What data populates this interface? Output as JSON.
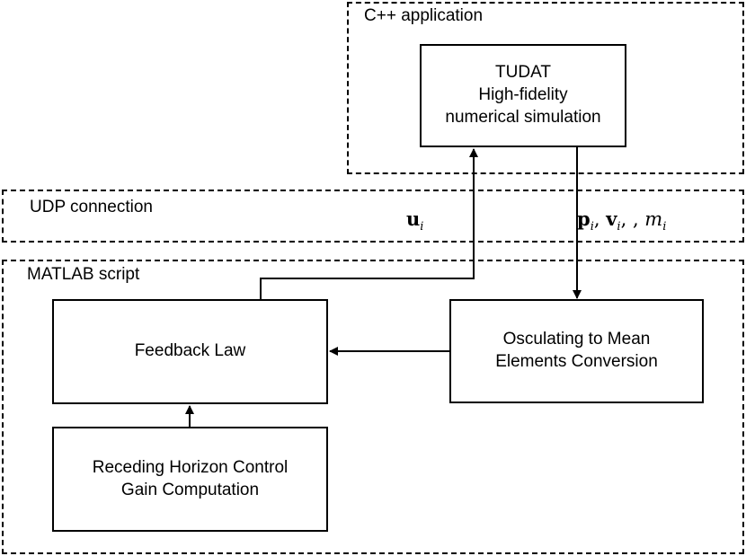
{
  "groups": {
    "cpp": {
      "label": "C++ application"
    },
    "udp": {
      "label": "UDP connection"
    },
    "matlab": {
      "label": "MATLAB script"
    }
  },
  "boxes": {
    "tudat": {
      "lines": [
        "TUDAT",
        "High-fidelity",
        "numerical simulation"
      ]
    },
    "feedback": {
      "lines": [
        "Feedback Law"
      ]
    },
    "osculating": {
      "lines": [
        "Osculating to Mean",
        "Elements Conversion"
      ]
    },
    "receding": {
      "lines": [
        "Receding Horizon Control",
        "Gain Computation"
      ]
    }
  },
  "signals": {
    "control": {
      "symbol": "u",
      "subscript": "i"
    },
    "state": {
      "p_symbol": "p",
      "p_sub": "i",
      "sep1": ", ",
      "v_symbol": "v",
      "v_sub": "i",
      "sep2": ", , ",
      "m_symbol": "m",
      "m_sub": "i"
    }
  }
}
